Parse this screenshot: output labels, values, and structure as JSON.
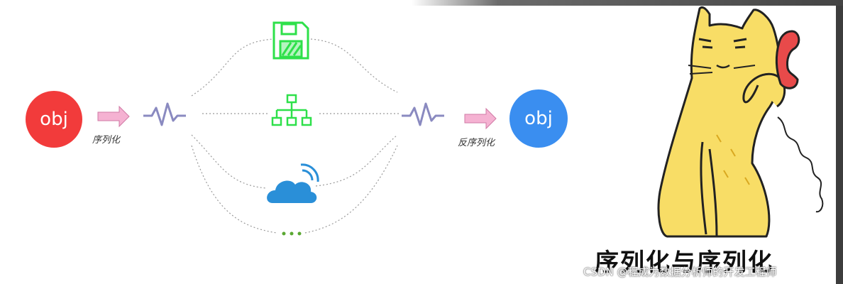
{
  "diagram": {
    "source_node": "obj",
    "target_node": "obj",
    "serialize_label": "序列化",
    "deserialize_label": "反序列化",
    "channels": [
      "file-save-icon",
      "tree-structure-icon",
      "cloud-wifi-icon",
      "more-dots-icon"
    ],
    "colors": {
      "source": "#f23b3b",
      "target": "#3a8ef0",
      "arrow": "#f2a6c8",
      "signal": "#8a8ac0",
      "file": "#2ee04a",
      "tree": "#2ee04a",
      "cloud": "#2a8fd8",
      "dots": "#5aa832"
    }
  },
  "illustration": {
    "caption": "序列化与序列化",
    "watermark": "CSDN @程成为数据分析师的开发工程师",
    "subject": "cat-on-phone-illustration"
  }
}
